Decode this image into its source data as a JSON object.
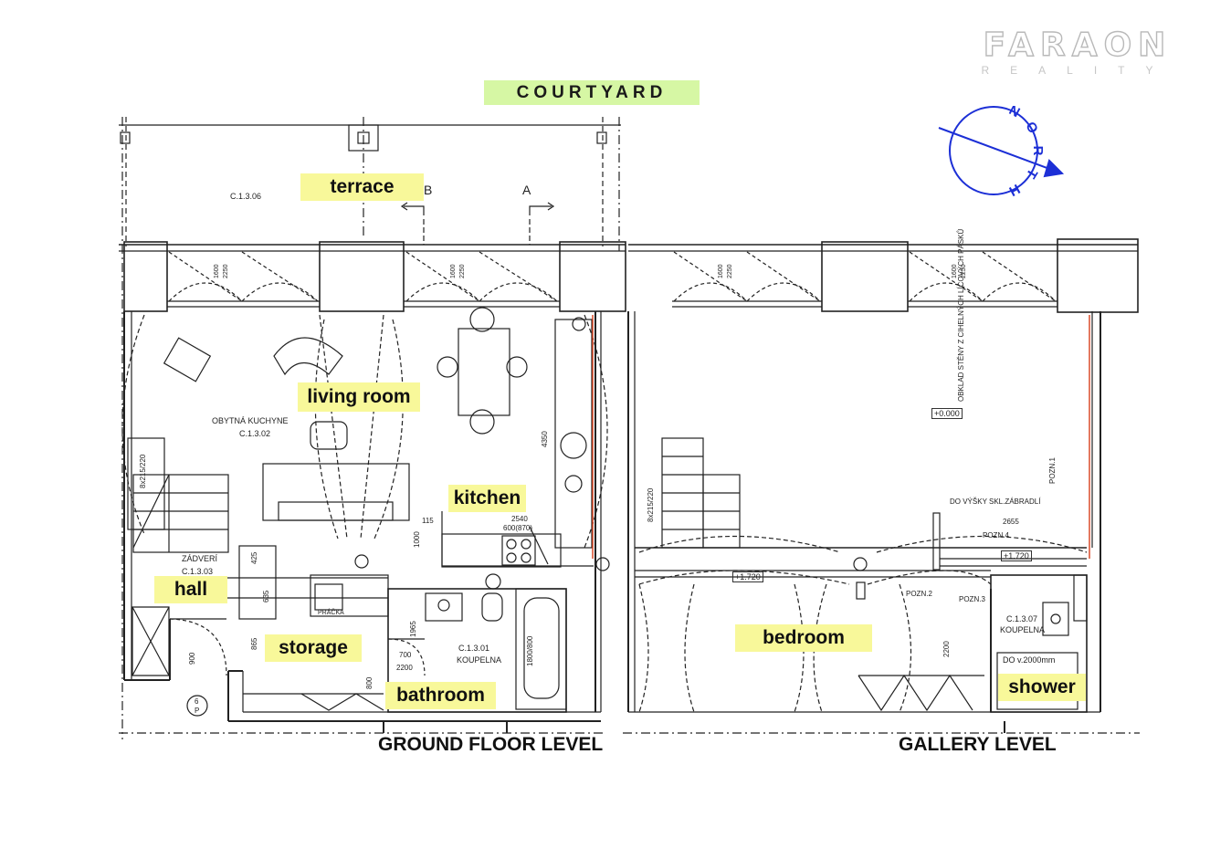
{
  "logo": {
    "brand": "FARAON",
    "subtitle": "REALITY"
  },
  "courtyard_label": "COURTYARD",
  "compass": {
    "label": "NORTH",
    "color": "#1c2fd6"
  },
  "sections": {
    "b": "B",
    "a": "A"
  },
  "rooms": {
    "terrace": "terrace",
    "living_room": "living room",
    "kitchen": "kitchen",
    "hall": "hall",
    "storage": "storage",
    "bathroom": "bathroom",
    "bedroom": "bedroom",
    "shower": "shower"
  },
  "levels": {
    "ground": "GROUND FLOOR LEVEL",
    "gallery": "GALLERY LEVEL"
  },
  "plan_codes": {
    "terrace_code": "C.1.3.06",
    "kitchen_name": "OBYTNÁ KUCHYNE",
    "kitchen_code": "C.1.3.02",
    "hall_name": "ZÁDVERÍ",
    "hall_code": "C.1.3.03",
    "bath_code": "C.1.3.01",
    "bath_name": "KOUPELNA",
    "gallery_bath_code": "C.1.3.07",
    "gallery_bath_name": "KOUPELNA",
    "level_zero": "+0.000",
    "level_gallery_a": "+1.720",
    "level_gallery_b": "+1.720",
    "door_note": "DO v.2000mm",
    "washer": "PRÁČKA",
    "railing_note": "DO VÝŠKY SKL.ZÁBRADLÍ",
    "wall_note": "OBKLAD STĚNY Z CIHELNÝCH LÍCOVÝCH PÁSKŮ",
    "pos1": "POZN.1",
    "pos2": "POZN.2",
    "pos3": "POZN.3",
    "pos4": "POZN.4"
  },
  "dimensions": {
    "d2655": "2655",
    "d2540": "2540",
    "d600": "600(870)",
    "d1800": "1800/800",
    "d700": "700",
    "d2200": "2200",
    "d2200b": "2200",
    "d900": "900",
    "d4350": "4350",
    "d1000": "1000",
    "d1965": "1965",
    "d865": "865",
    "d635": "635",
    "d425": "425",
    "d115": "115",
    "d800": "800",
    "d1600a": "1600",
    "d2250a": "2250",
    "d1600b": "1600",
    "d2250b": "2250",
    "d1600c": "1600",
    "d2250c": "2250",
    "d1600d": "1600",
    "d2250d": "2250",
    "stair_a": "8x215/220",
    "stair_b": "8x215/220",
    "door_p": "P",
    "door_6": "6"
  }
}
